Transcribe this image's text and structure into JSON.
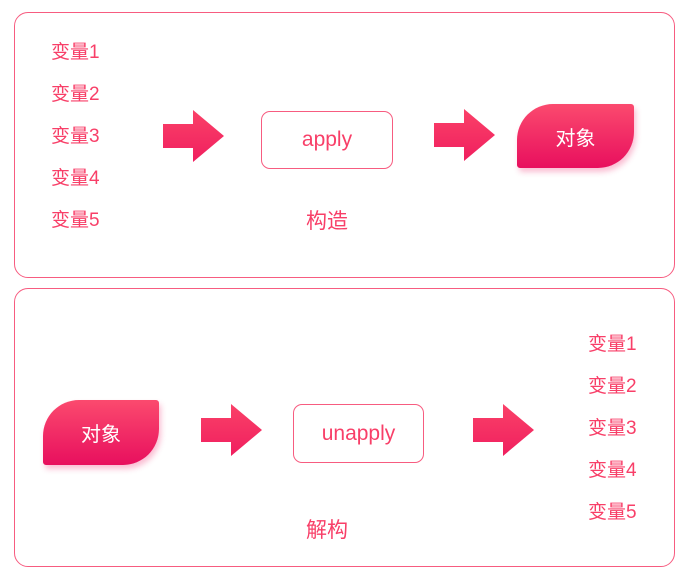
{
  "diagram": {
    "panels": [
      {
        "caption": "构造",
        "operation_label": "apply",
        "object_label": "对象",
        "variables": [
          "变量1",
          "变量2",
          "变量3",
          "变量4",
          "变量5"
        ]
      },
      {
        "caption": "解构",
        "operation_label": "unapply",
        "object_label": "对象",
        "variables": [
          "变量1",
          "变量2",
          "变量3",
          "变量4",
          "变量5"
        ]
      }
    ],
    "icons": [
      "arrow-right-icon"
    ],
    "colors": {
      "accent_text": "#f83f68",
      "panel_border": "#f75c80",
      "arrow_gradient_top": "#fa4168",
      "arrow_gradient_bottom": "#f01f5f",
      "object_gradient_top": "#fb4a6e",
      "object_gradient_bottom": "#e80f5e",
      "object_text": "#ffffff",
      "background": "#ffffff"
    }
  }
}
